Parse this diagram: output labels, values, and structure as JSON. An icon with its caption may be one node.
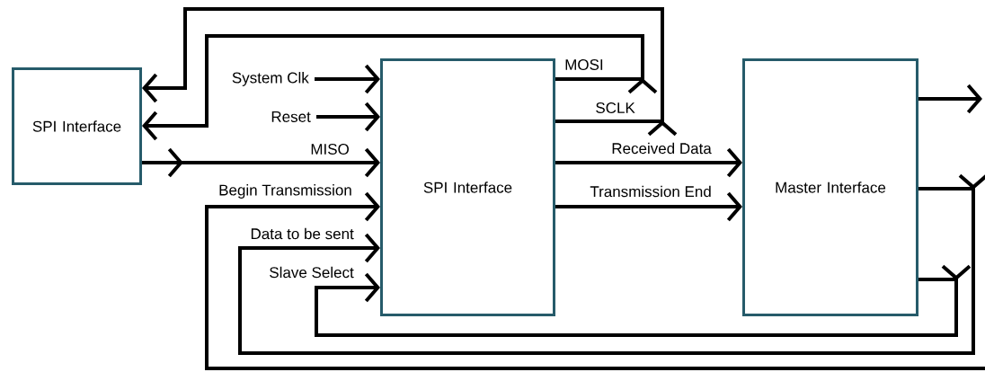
{
  "diagram": {
    "nodes": [
      {
        "text": [
          "SPI Interface"
        ]
      },
      {
        "text": [
          "SPI Interface"
        ]
      },
      {
        "text": [
          "Master Interface"
        ]
      }
    ],
    "edges": [
      {
        "from": null,
        "to": 1,
        "arrow": "to",
        "label": "System Clk"
      },
      {
        "from": null,
        "to": 1,
        "arrow": "to",
        "label": "Reset"
      },
      {
        "from": 0,
        "to": 1,
        "arrow": "to",
        "label": "MISO"
      },
      {
        "from": null,
        "to": 1,
        "arrow": "to",
        "label": "Begin Transmission"
      },
      {
        "from": 2,
        "to": 1,
        "arrow": "to",
        "label": "Data to be sent"
      },
      {
        "from": 2,
        "to": 1,
        "arrow": "to",
        "label": "Slave Select"
      },
      {
        "from": 1,
        "to": 0,
        "arrow": "to",
        "label": "MOSI"
      },
      {
        "from": 1,
        "to": 0,
        "arrow": "to",
        "label": "SCLK"
      },
      {
        "from": 1,
        "to": 2,
        "arrow": "to",
        "label": "Received Data"
      },
      {
        "from": 1,
        "to": 2,
        "arrow": "to",
        "label": "Transmission End"
      },
      {
        "from": 2,
        "to": null,
        "arrow": "to"
      }
    ]
  }
}
